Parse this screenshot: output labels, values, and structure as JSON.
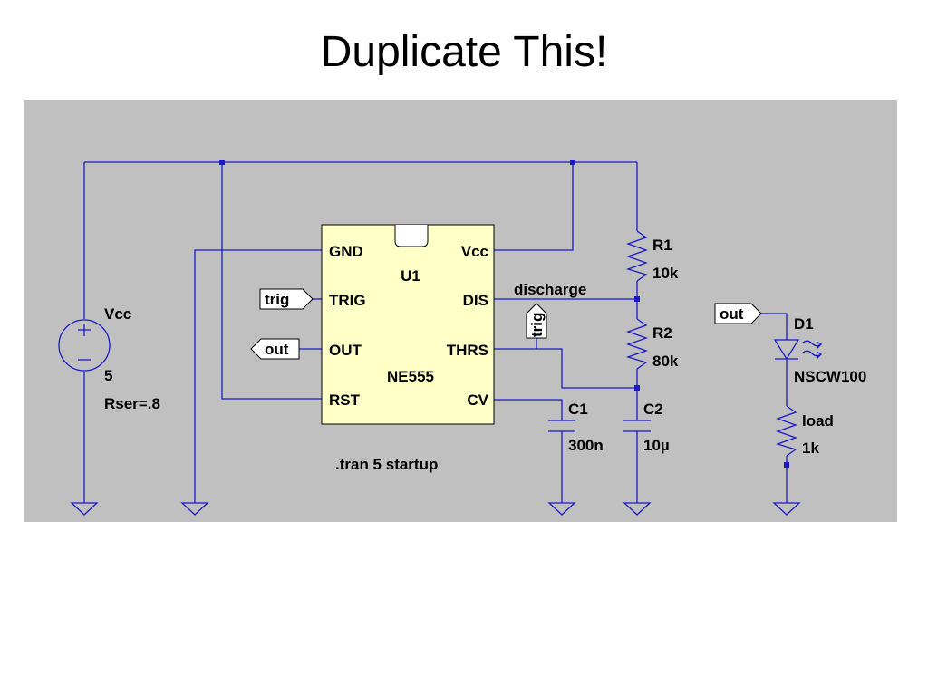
{
  "slide": {
    "title": "Duplicate This!"
  },
  "schematic": {
    "directive": ".tran 5 startup",
    "ic": {
      "ref": "U1",
      "model": "NE555",
      "pins": {
        "gnd": "GND",
        "trig": "TRIG",
        "out": "OUT",
        "rst": "RST",
        "vcc": "Vcc",
        "dis": "DIS",
        "thrs": "THRS",
        "cv": "CV"
      }
    },
    "source": {
      "name": "Vcc",
      "value": "5",
      "param": "Rser=.8"
    },
    "r1": {
      "name": "R1",
      "value": "10k"
    },
    "r2": {
      "name": "R2",
      "value": "80k"
    },
    "c1": {
      "name": "C1",
      "value": "300n"
    },
    "c2": {
      "name": "C2",
      "value": "10µ"
    },
    "d1": {
      "name": "D1",
      "value": "NSCW100"
    },
    "load": {
      "name": "load",
      "value": "1k"
    },
    "nets": {
      "discharge": "discharge"
    },
    "flags": {
      "trig_in": "trig",
      "out_out": "out",
      "trig_vertical": "trig",
      "out_led": "out"
    },
    "colors": {
      "wire": "#1a1ac8",
      "background": "#c0c0c0",
      "ic_body": "#ffffc8"
    }
  }
}
